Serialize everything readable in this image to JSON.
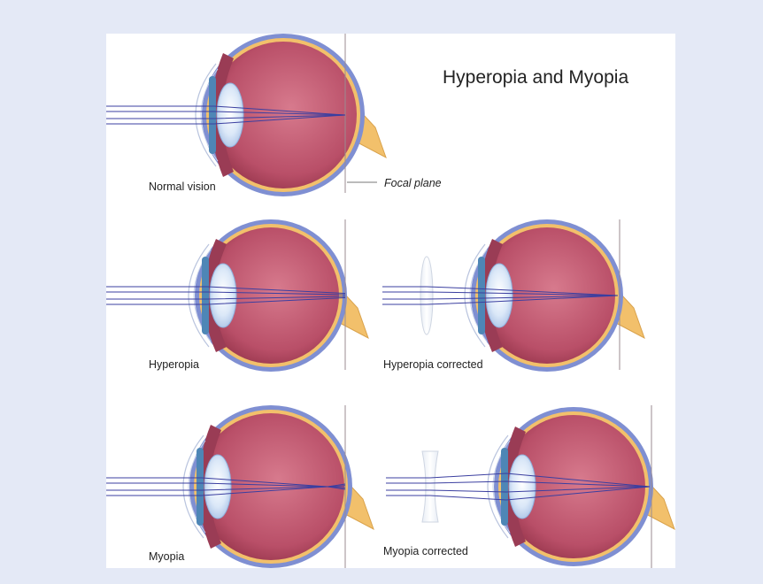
{
  "diagram": {
    "title": "Hyperopia and Myopia",
    "labels": {
      "normal": "Normal vision",
      "focal_plane": "Focal plane",
      "hyperopia": "Hyperopia",
      "hyperopia_corrected": "Hyperopia corrected",
      "myopia": "Myopia",
      "myopia_corrected": "Myopia corrected"
    },
    "colors": {
      "background": "#e4e9f6",
      "panel": "#ffffff",
      "eyeball": "#b24c66",
      "sclera": "#7f8fd2",
      "retina": "#f2c06b",
      "lens": "#cfe0f4",
      "light_ray": "#3b3fa0"
    }
  }
}
